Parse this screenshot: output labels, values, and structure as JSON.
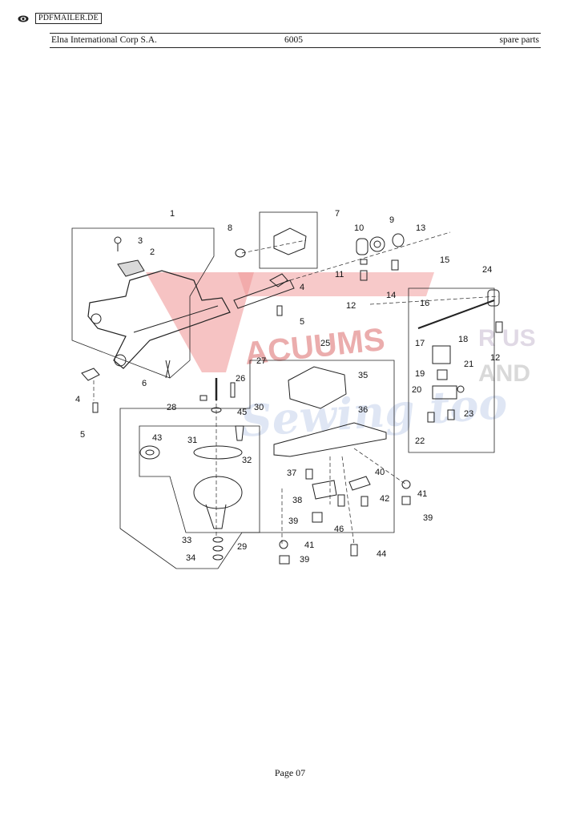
{
  "top": {
    "badge": "PDFMAILER.DE"
  },
  "header": {
    "company": "Elna International Corp S.A.",
    "model": "6005",
    "section": "spare parts"
  },
  "watermark": {
    "word1": "ACUUMS",
    "word2": "Sewing too",
    "suffix1": "R US",
    "suffix2": "AND"
  },
  "callouts": [
    "1",
    "2",
    "3",
    "4",
    "5",
    "6",
    "7",
    "8",
    "9",
    "10",
    "11",
    "12",
    "13",
    "14",
    "15",
    "16",
    "17",
    "18",
    "19",
    "20",
    "21",
    "22",
    "23",
    "24",
    "25",
    "26",
    "27",
    "28",
    "29",
    "30",
    "31",
    "32",
    "33",
    "34",
    "35",
    "36",
    "37",
    "38",
    "39",
    "40",
    "41",
    "42",
    "43",
    "44",
    "45",
    "46"
  ],
  "footer": {
    "page": "Page 07"
  }
}
